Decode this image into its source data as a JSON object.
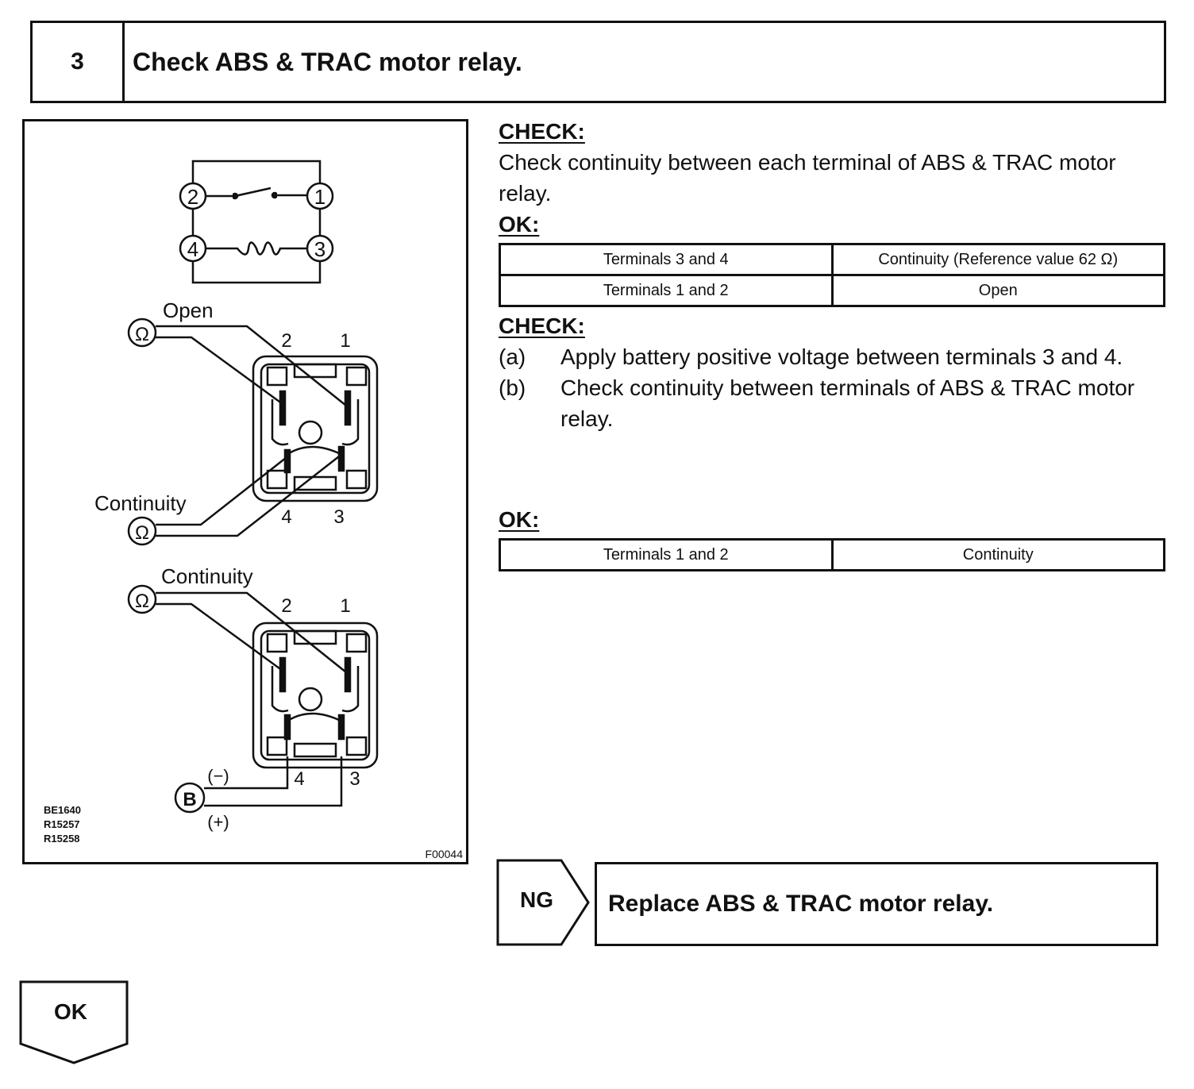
{
  "header": {
    "step_number": "3",
    "title": "Check ABS & TRAC motor relay."
  },
  "figure": {
    "circuit_terminals": [
      "1",
      "2",
      "3",
      "4"
    ],
    "upper": {
      "open_label": "Open",
      "continuity_label": "Continuity",
      "ohm_symbol": "Ω",
      "pins": [
        "2",
        "1",
        "4",
        "3"
      ]
    },
    "lower": {
      "continuity_label": "Continuity",
      "ohm_symbol": "Ω",
      "battery_symbol": "B",
      "negative": "(−)",
      "positive": "(+)",
      "pins": [
        "2",
        "1",
        "4",
        "3"
      ]
    },
    "codes": [
      "BE1640",
      "R15257",
      "R15258"
    ],
    "figure_id": "F00044"
  },
  "check1": {
    "heading": "CHECK:",
    "text": "Check continuity between each terminal of ABS & TRAC motor relay.",
    "ok_heading": "OK:",
    "table": [
      [
        "Terminals 3 and 4",
        "Continuity (Reference value 62 Ω)"
      ],
      [
        "Terminals 1 and 2",
        "Open"
      ]
    ]
  },
  "check2": {
    "heading": "CHECK:",
    "steps": [
      {
        "label": "(a)",
        "text": "Apply battery positive voltage between terminals 3 and 4."
      },
      {
        "label": "(b)",
        "text": "Check continuity between terminals of ABS & TRAC motor relay."
      }
    ],
    "ok_heading": "OK:",
    "table": [
      [
        "Terminals 1 and 2",
        "Continuity"
      ]
    ]
  },
  "ng": {
    "label": "NG",
    "action": "Replace ABS & TRAC motor relay."
  },
  "ok_flow": {
    "label": "OK"
  }
}
